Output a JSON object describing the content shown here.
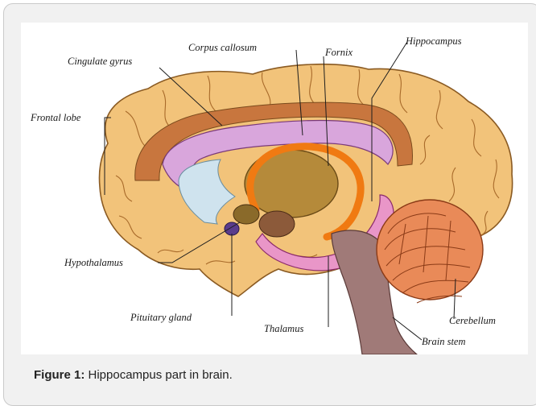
{
  "labels": {
    "corpus_callosum": "Corpus callosum",
    "fornix": "Fornix",
    "hippocampus": "Hippocampus",
    "cingulate_gyrus": "Cingulate gyrus",
    "frontal_lobe": "Frontal lobe",
    "hypothalamus": "Hypothalamus",
    "pituitary_gland": "Pituitary gland",
    "thalamus": "Thalamus",
    "brain_stem": "Brain stem",
    "cerebellum": "Cerebellum"
  },
  "caption": {
    "prefix": "Figure 1:",
    "text": " Hippocampus part in brain."
  },
  "colors": {
    "cortex": "#f2c37a",
    "cortex_outline": "#8a5a22",
    "cingulate": "#c8763e",
    "corpus_callosum": "#d9a6dc",
    "ventricle": "#cfe3ee",
    "thalamus": "#b58a3a",
    "fornix": "#f07a12",
    "hippocampus": "#e996c8",
    "brain_stem": "#a07a78",
    "cerebellum": "#e98a58",
    "pituitary": "#5a3c8c"
  }
}
